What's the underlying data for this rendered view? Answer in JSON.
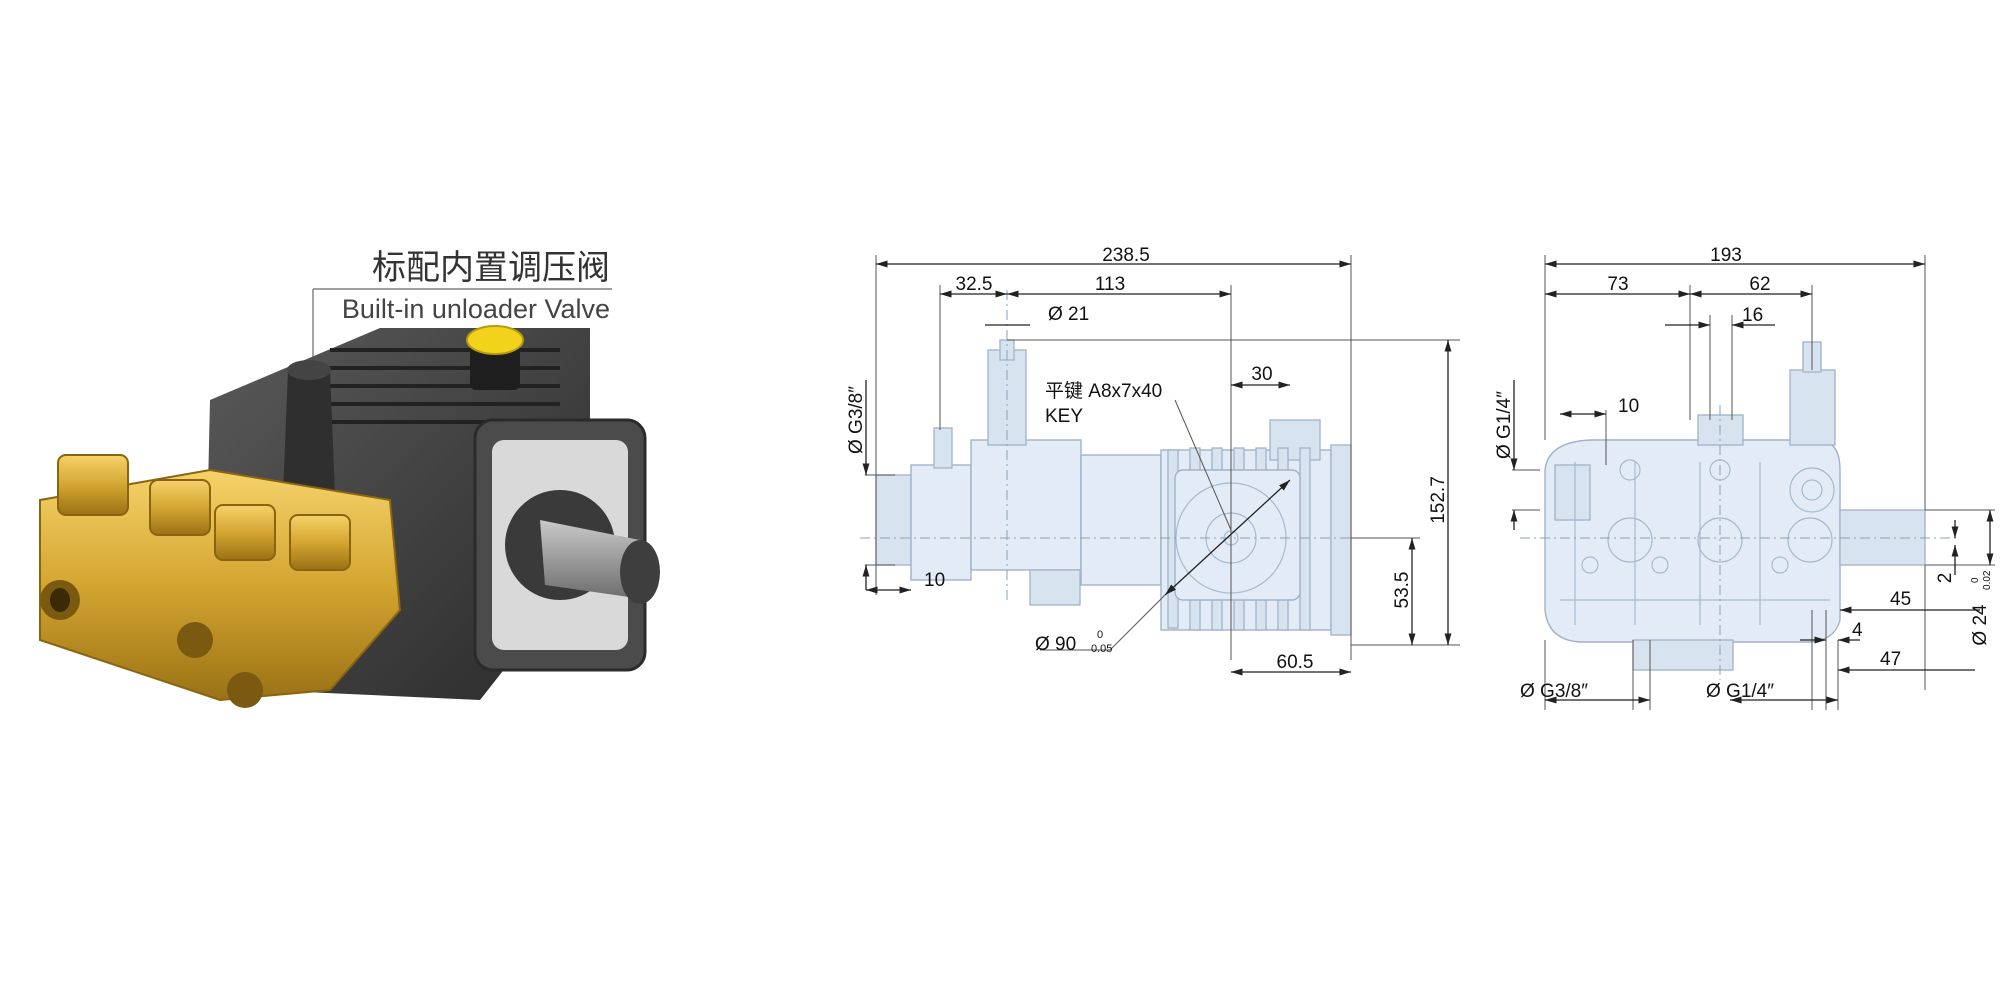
{
  "product_photo": {
    "caption_cn": "标配内置调压阀",
    "caption_en": "Built-in unloader Valve"
  },
  "side_view": {
    "dims": {
      "overall_length": "238.5",
      "offset_left": "32.5",
      "to_keyway": "113",
      "diameter_21": "Ø 21",
      "key_label": "平键 A8x7x40",
      "key_en": "KEY",
      "dim_30": "30",
      "height": "152.7",
      "shaft_height": "53.5",
      "flange_width": "60.5",
      "flange_diameter": "Ø 90",
      "flange_tol_upper": "0",
      "flange_tol_lower": "0.05",
      "thread_outlet": "Ø G3/8″",
      "dim_10": "10"
    }
  },
  "front_view": {
    "dims": {
      "overall_width": "193",
      "dim_73": "73",
      "dim_62": "62",
      "dim_16": "16",
      "dim_10": "10",
      "thread_top": "Ø G1/4″",
      "thread_bottom_left": "Ø G3/8″",
      "thread_bottom_mid": "Ø G1/4″",
      "dim_45": "45",
      "dim_4": "4",
      "dim_47": "47",
      "dim_2": "2",
      "shaft_diameter": "Ø 24",
      "shaft_tol_upper": "0",
      "shaft_tol_lower": "0.02"
    }
  },
  "colors": {
    "drawing_fill": "#e3ecf6",
    "drawing_stroke": "#9fb3c9",
    "brass": "#d4a531",
    "pump_body": "#3b3b3b",
    "cap_yellow": "#f2d21a"
  }
}
